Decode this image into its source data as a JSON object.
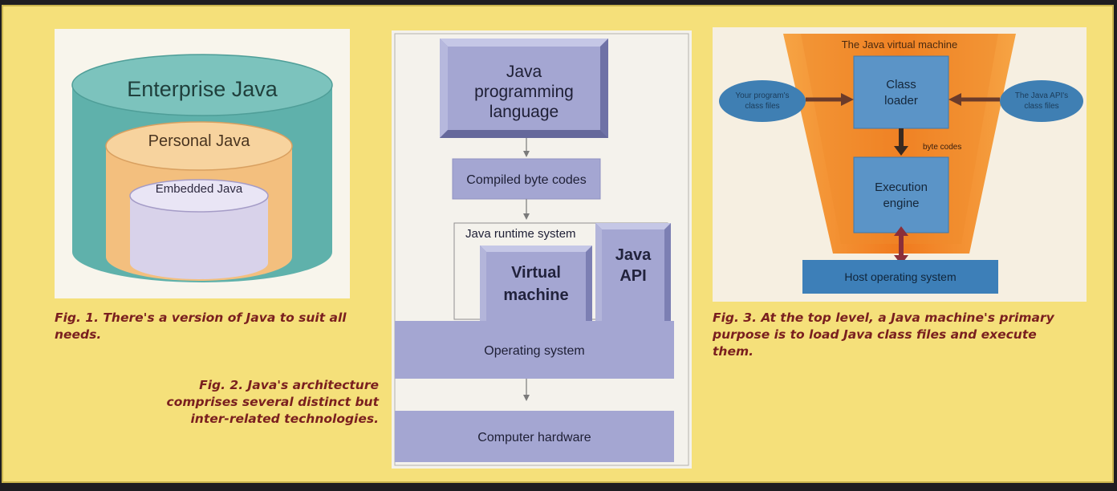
{
  "fig1": {
    "outer_label": "Enterprise Java",
    "middle_label": "Personal Java",
    "inner_label": "Embedded Java",
    "caption": "Fig. 1. There's a version of Java to suit all needs."
  },
  "fig2": {
    "top_box": [
      "Java",
      "programming",
      "language"
    ],
    "bytecodes": "Compiled byte codes",
    "runtime_label": "Java runtime system",
    "vm": [
      "Virtual",
      "machine"
    ],
    "api": [
      "Java",
      "API"
    ],
    "os": "Operating system",
    "hardware": "Computer hardware",
    "caption": "Fig. 2. Java's architecture comprises several distinct but inter-related technologies."
  },
  "fig3": {
    "title": "The Java virtual machine",
    "left_oval": [
      "Your program's",
      "class files"
    ],
    "right_oval": [
      "The Java API's",
      "class files"
    ],
    "class_loader": [
      "Class",
      "loader"
    ],
    "byte_codes": "byte codes",
    "engine": [
      "Execution",
      "engine"
    ],
    "host_os": "Host operating system",
    "caption": "Fig. 3. At the top level, a Java machine's primary purpose is to load Java class files and execute them."
  },
  "colors": {
    "panel": "#f5e07a",
    "caption": "#7a1f1f",
    "box_purple": "#a7a9d2",
    "cylinder_teal": "#6ab8b2",
    "cylinder_orange": "#f5c98c",
    "cylinder_lilac": "#d9d3ec",
    "funnel_orange": "#f08a28",
    "jvm_blue": "#4f8fc4"
  }
}
